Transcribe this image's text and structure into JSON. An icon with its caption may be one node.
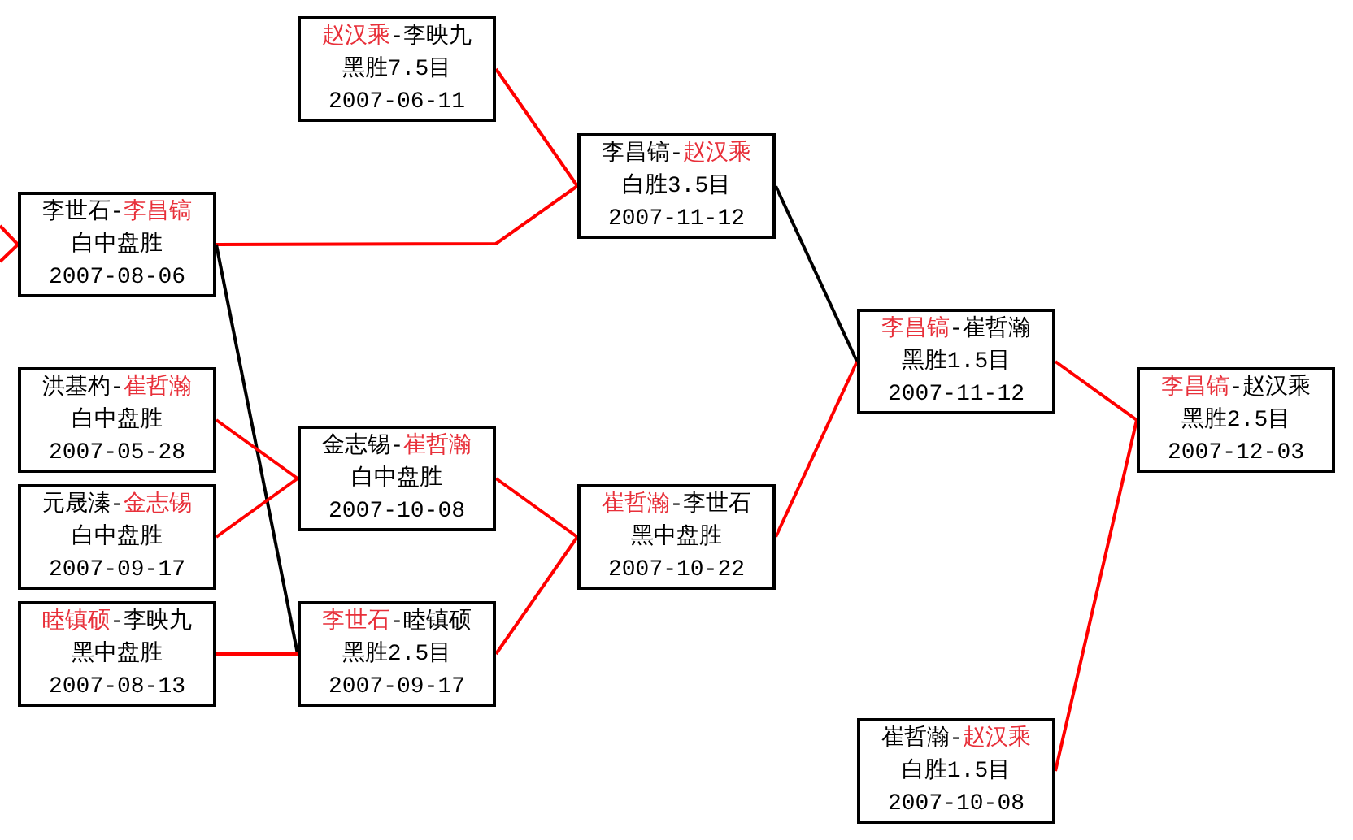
{
  "diagram": {
    "nodes": [
      {
        "text": [
          "李世石-李昌镐",
          "白中盘胜",
          "2007-08-06"
        ]
      },
      {
        "text": [
          "洪基杓-崔哲瀚",
          "白中盘胜",
          "2007-05-28"
        ]
      },
      {
        "text": [
          "元晟溱-金志锡",
          "白中盘胜",
          "2007-09-17"
        ]
      },
      {
        "text": [
          "睦镇硕-李映九",
          "黑中盘胜",
          "2007-08-13"
        ]
      },
      {
        "text": [
          "赵汉乘-李映九",
          "黑胜7.5目",
          "2007-06-11"
        ]
      },
      {
        "text": [
          "金志锡-崔哲瀚",
          "白中盘胜",
          "2007-10-08"
        ]
      },
      {
        "text": [
          "李世石-睦镇硕",
          "黑胜2.5目",
          "2007-09-17"
        ]
      },
      {
        "text": [
          "李昌镐-赵汉乘",
          "白胜3.5目",
          "2007-11-12"
        ]
      },
      {
        "text": [
          "崔哲瀚-李世石",
          "黑中盘胜",
          "2007-10-22"
        ]
      },
      {
        "text": [
          "李昌镐-崔哲瀚",
          "黑胜1.5目",
          "2007-11-12"
        ]
      },
      {
        "text": [
          "崔哲瀚-赵汉乘",
          "白胜1.5目",
          "2007-10-08"
        ]
      },
      {
        "text": [
          "李昌镐-赵汉乘",
          "黑胜2.5目",
          "2007-12-03"
        ]
      }
    ],
    "edges": [
      {
        "from": null,
        "to": 0,
        "arrow": "none"
      },
      {
        "from": null,
        "to": 0,
        "arrow": "none"
      },
      {
        "from": 4,
        "to": 7,
        "arrow": "none"
      },
      {
        "from": 0,
        "to": 7,
        "arrow": "none"
      },
      {
        "from": 0,
        "to": 6,
        "arrow": "none",
        "color": "#000000"
      },
      {
        "from": 1,
        "to": 5,
        "arrow": "none"
      },
      {
        "from": 2,
        "to": 5,
        "arrow": "none"
      },
      {
        "from": 3,
        "to": 6,
        "arrow": "none"
      },
      {
        "from": 5,
        "to": 8,
        "arrow": "none"
      },
      {
        "from": 6,
        "to": 8,
        "arrow": "none"
      },
      {
        "from": 7,
        "to": 9,
        "arrow": "none",
        "color": "#000000"
      },
      {
        "from": 8,
        "to": 9,
        "arrow": "none"
      },
      {
        "from": 9,
        "to": 11,
        "arrow": "none"
      },
      {
        "from": 10,
        "to": 11,
        "arrow": "none"
      }
    ]
  }
}
